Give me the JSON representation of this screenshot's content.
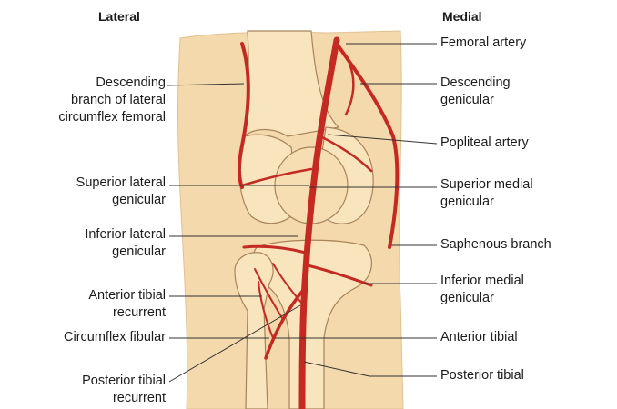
{
  "header": {
    "lateral": "Lateral",
    "medial": "Medial"
  },
  "labels": {
    "desc_lat_circ": "Descending\nbranch of lateral\ncircumflex femoral",
    "sup_lat_gen": "Superior lateral\ngenicular",
    "inf_lat_gen": "Inferior lateral\ngenicular",
    "ant_tib_rec": "Anterior tibial\nrecurrent",
    "circ_fib": "Circumflex fibular",
    "post_tib_rec": "Posterior tibial\nrecurrent",
    "fem_art": "Femoral artery",
    "desc_gen": "Descending\ngenicular",
    "pop_art": "Popliteal artery",
    "sup_med_gen": "Superior medial\ngenicular",
    "saph_br": "Saphenous branch",
    "inf_med_gen": "Inferior medial\ngenicular",
    "ant_tib": "Anterior tibial",
    "post_tib": "Posterior tibial"
  },
  "colors": {
    "artery": "#c42a22",
    "skin": "#f3d9ac",
    "bone": "#f8e4bd",
    "bone_outline": "#a9835a",
    "leader": "#333333"
  }
}
